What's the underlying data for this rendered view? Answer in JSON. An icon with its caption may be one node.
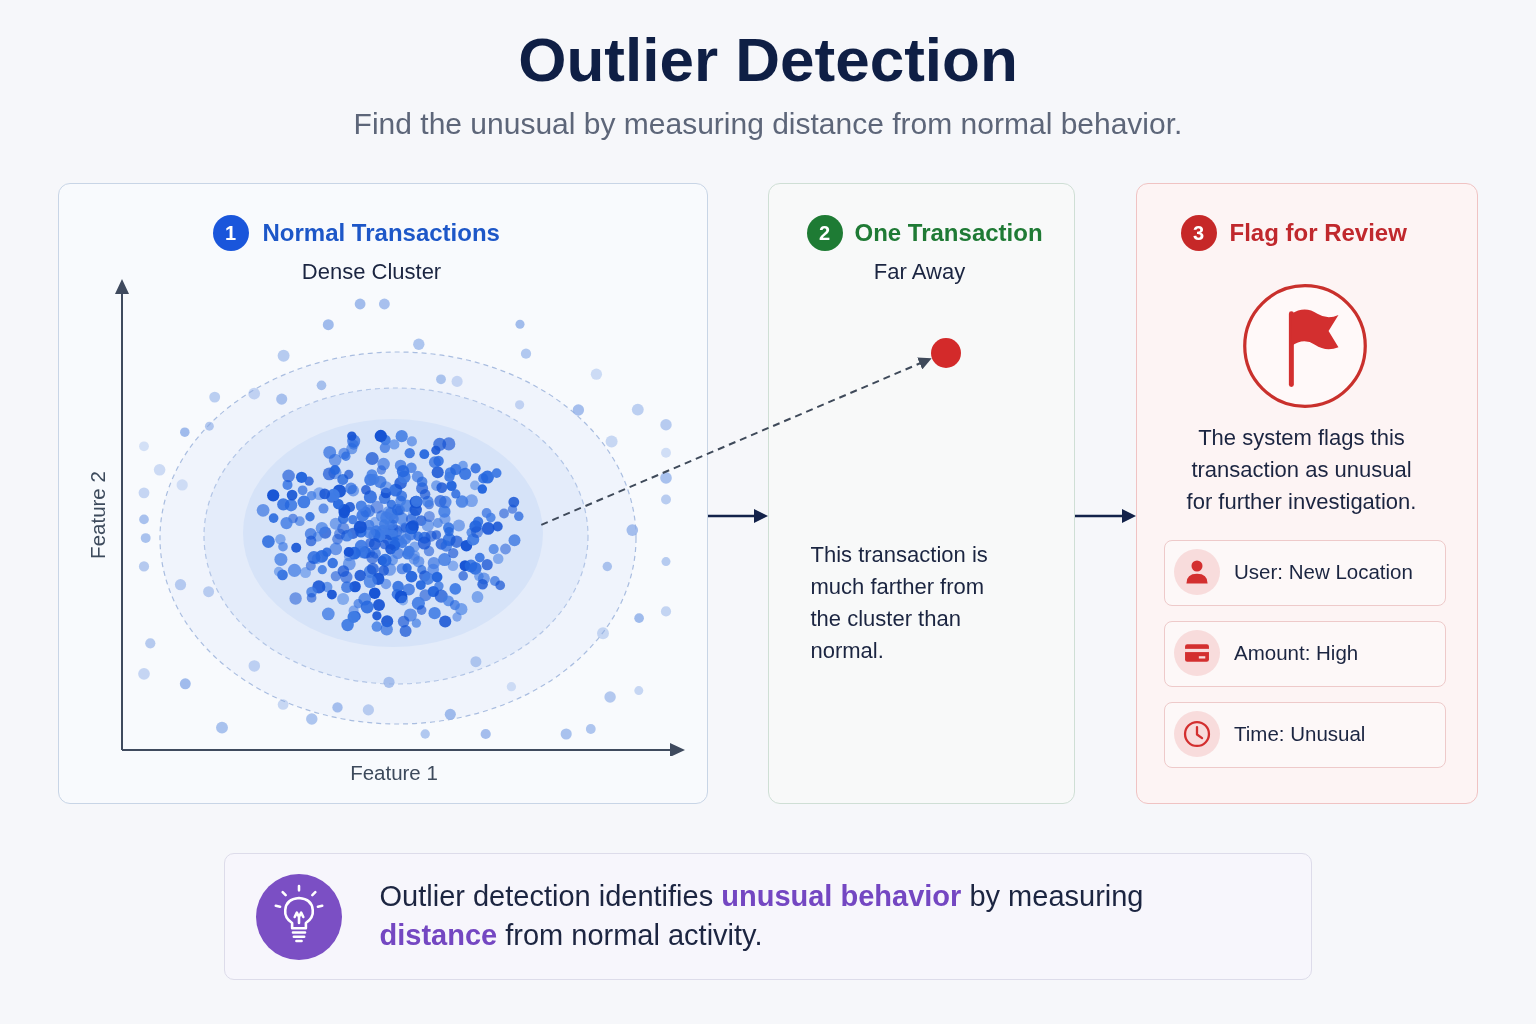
{
  "diagram": {
    "title": "Outlier Detection",
    "nodes": [
      {
        "text": [
          "1",
          "Normal Transactions",
          "Dense Cluster"
        ]
      },
      {
        "text": [],
        "shape": "picture",
        "in": 0
      },
      {
        "text": [
          "2",
          "One Transaction",
          "Far Away",
          "This transaction is much farther from the cluster than normal."
        ]
      },
      {
        "text": [],
        "shape": "circle",
        "in": 2
      },
      {
        "text": [
          "3",
          "Flag for Review",
          "The system flags this transaction as unusual for further investigation."
        ]
      },
      {
        "text": [
          "User: New Location"
        ],
        "in": 4
      },
      {
        "text": [
          "Amount: High"
        ],
        "in": 4
      },
      {
        "text": [
          "Time: Unusual"
        ],
        "in": 4
      },
      {
        "text": [
          "Outlier detection identifies **unusual behavior** by measuring **distance** from normal activity."
        ]
      }
    ],
    "edges": [
      {
        "from": 1,
        "to": 3,
        "arrow": "to",
        "style": "dashed",
        "color": "#3f4a5a"
      },
      {
        "from": 0,
        "to": 2,
        "arrow": "to"
      },
      {
        "from": 2,
        "to": 4,
        "arrow": "to"
      }
    ],
    "labels": [
      "Find the unusual by measuring distance from normal behavior.",
      "Feature 2",
      "Feature 1"
    ]
  }
}
